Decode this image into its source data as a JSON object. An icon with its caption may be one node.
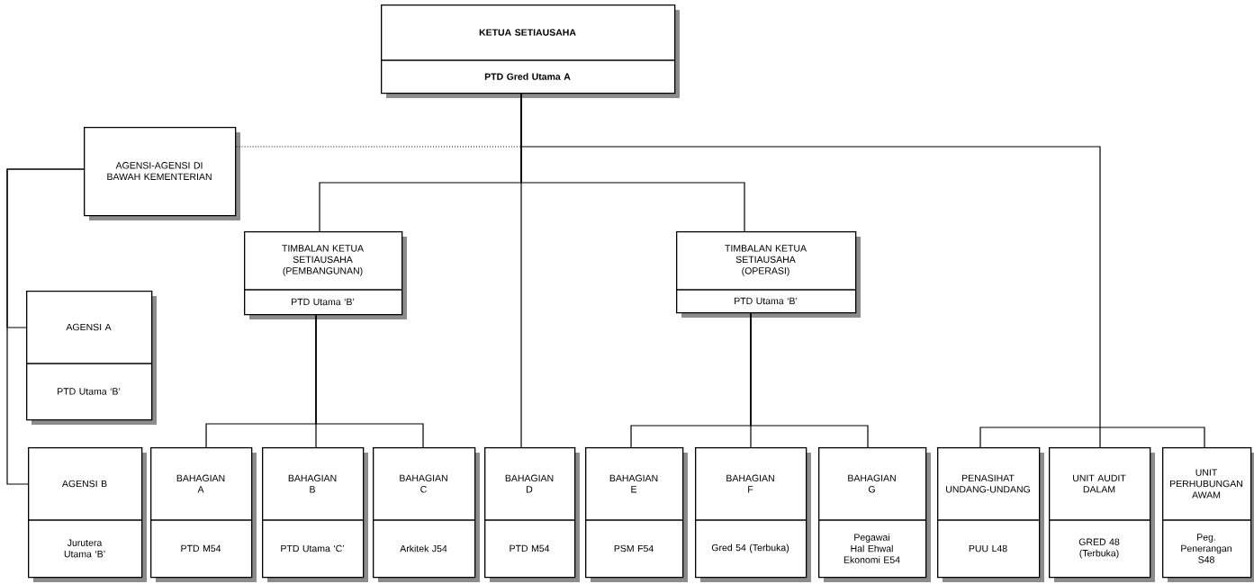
{
  "diagram": {
    "nodes": [
      {
        "text": [
          "KETUA SETIAUSAHA",
          "PTD Gred Utama A"
        ]
      },
      {
        "text": [
          "AGENSI-AGENSI DI BAWAH KEMENTERIAN"
        ]
      },
      {
        "text": [
          "TIMBALAN KETUA SETIAUSAHA (PEMBANGUNAN)",
          "PTD Utama ‘B’"
        ]
      },
      {
        "text": [
          "TIMBALAN KETUA SETIAUSAHA (OPERASI)",
          "PTD Utama ‘B’"
        ]
      },
      {
        "text": [
          "AGENSI A",
          "PTD Utama ‘B’"
        ]
      },
      {
        "text": [
          "AGENSI B",
          "Jurutera Utama ‘B’"
        ]
      },
      {
        "text": [
          "BAHAGIAN A",
          "PTD M54"
        ]
      },
      {
        "text": [
          "BAHAGIAN B",
          "PTD Utama ‘C’"
        ]
      },
      {
        "text": [
          "BAHAGIAN C",
          "Arkitek J54"
        ]
      },
      {
        "text": [
          "BAHAGIAN D",
          "PTD M54"
        ]
      },
      {
        "text": [
          "BAHAGIAN E",
          "PSM F54"
        ]
      },
      {
        "text": [
          "BAHAGIAN F",
          "Gred 54 (Terbuka)"
        ]
      },
      {
        "text": [
          "BAHAGIAN G",
          "Pegawai Hal Ehwal Ekonomi E54"
        ]
      },
      {
        "text": [
          "PENASIHAT UNDANG-UNDANG",
          "PUU L48"
        ]
      },
      {
        "text": [
          "UNIT AUDIT DALAM",
          "GRED 48 (Terbuka)"
        ]
      },
      {
        "text": [
          "UNIT PERHUBUNGAN AWAM",
          "Peg. Penerangan S48"
        ]
      }
    ],
    "edges": [
      {
        "from": 0,
        "to": 1,
        "arrow": "none",
        "style": "dashed"
      },
      {
        "from": 0,
        "to": 2,
        "arrow": "none"
      },
      {
        "from": 0,
        "to": 9,
        "arrow": "none"
      },
      {
        "from": 0,
        "to": 3,
        "arrow": "none"
      },
      {
        "from": 0,
        "to": 13,
        "arrow": "none"
      },
      {
        "from": 0,
        "to": 14,
        "arrow": "none"
      },
      {
        "from": 0,
        "to": 15,
        "arrow": "none"
      },
      {
        "from": 1,
        "to": 4,
        "arrow": "none"
      },
      {
        "from": 1,
        "to": 5,
        "arrow": "none"
      },
      {
        "from": 2,
        "to": 6,
        "arrow": "none"
      },
      {
        "from": 2,
        "to": 7,
        "arrow": "none"
      },
      {
        "from": 2,
        "to": 8,
        "arrow": "none"
      },
      {
        "from": 3,
        "to": 10,
        "arrow": "none"
      },
      {
        "from": 3,
        "to": 11,
        "arrow": "none"
      },
      {
        "from": 3,
        "to": 12,
        "arrow": "none"
      }
    ]
  }
}
